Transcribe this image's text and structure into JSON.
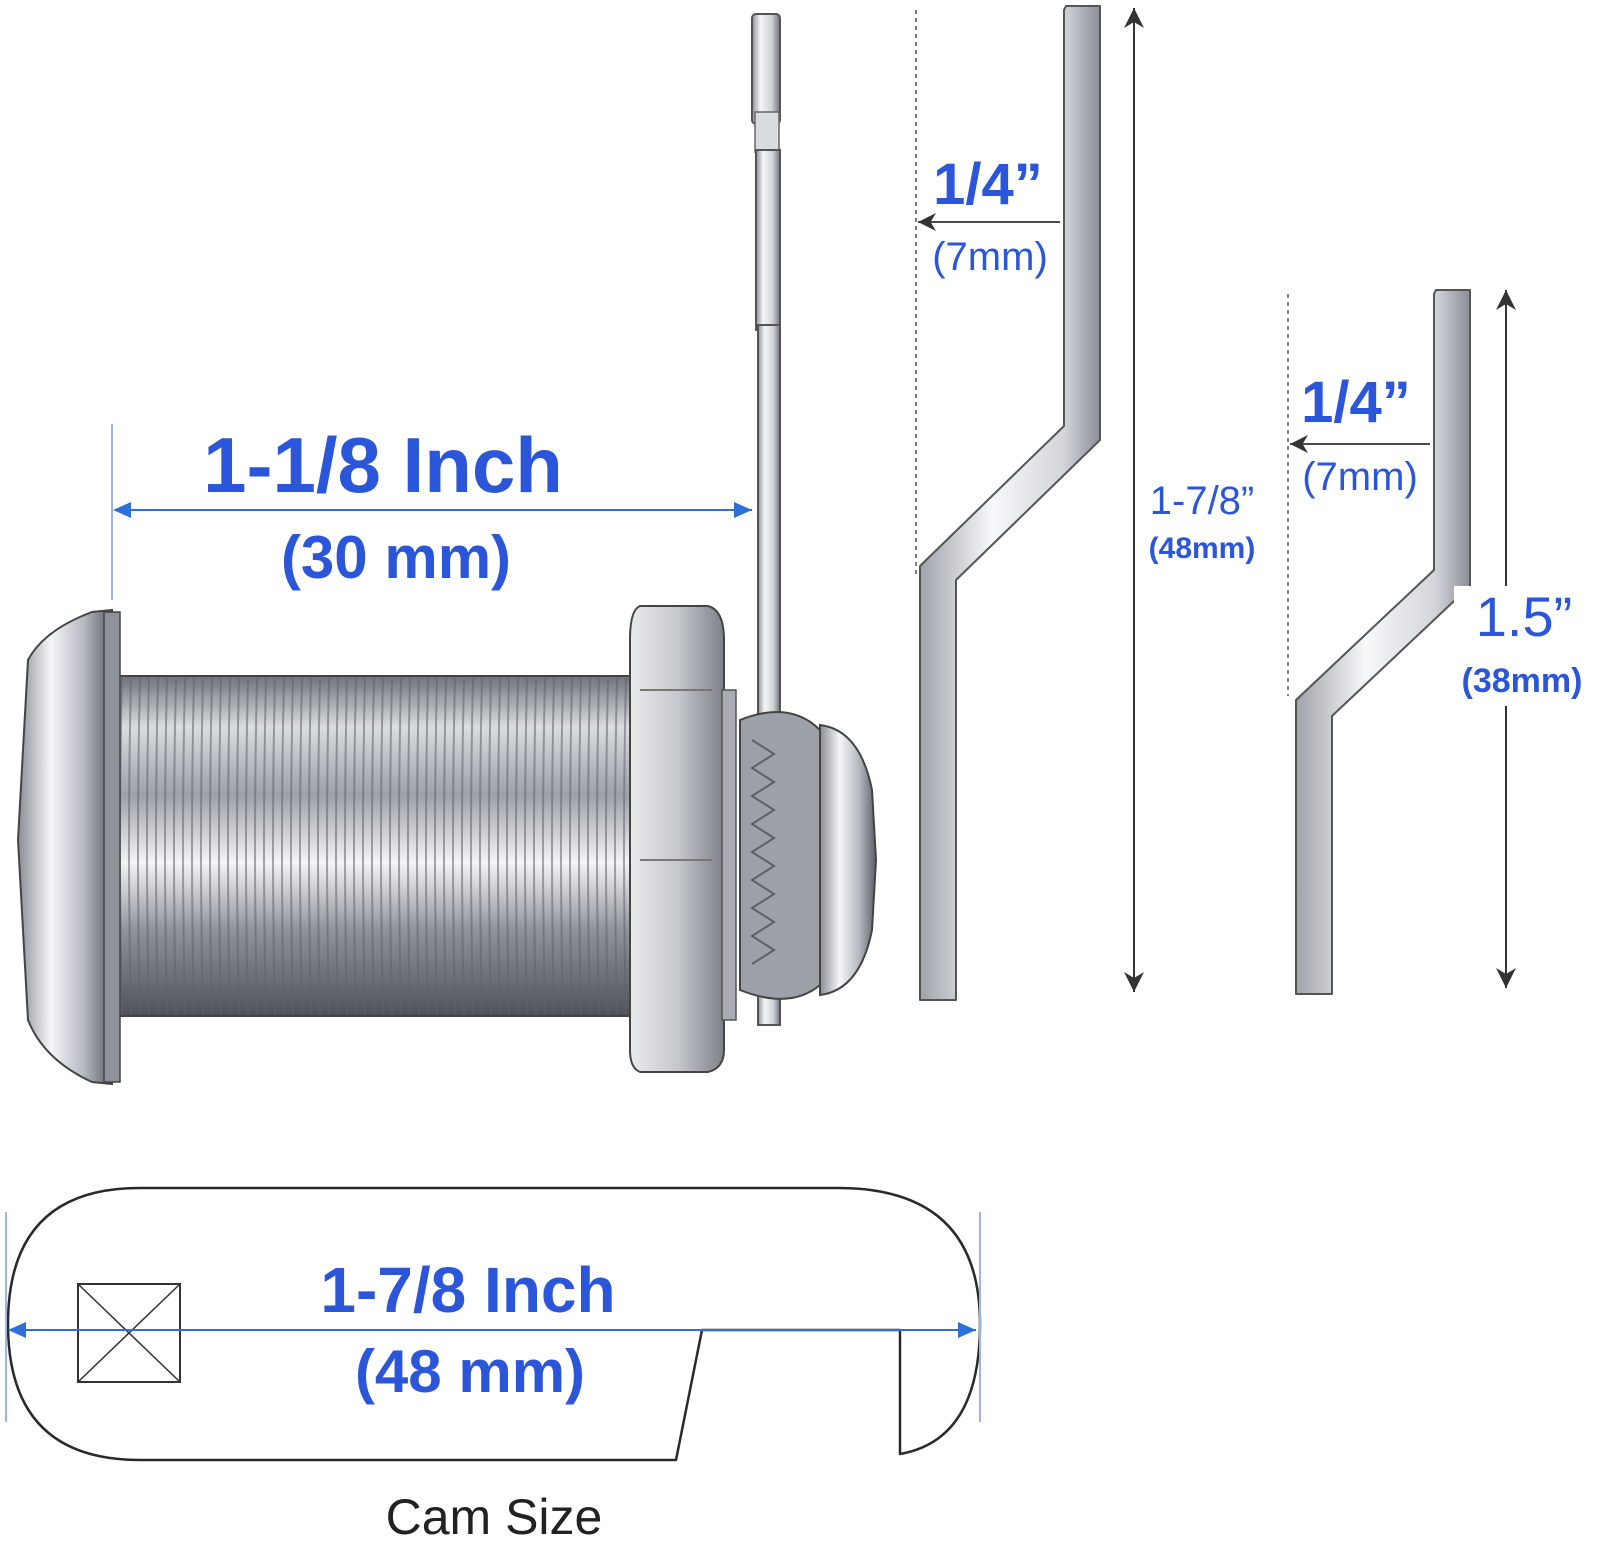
{
  "colors": {
    "dimension_text": "#2b56d9",
    "dimension_line": "#2f6fd8",
    "metal_light": "#f2f3f5",
    "metal_mid": "#b9bdc3",
    "metal_dark": "#6d7178",
    "outline": "#2a2a2a"
  },
  "labels": {
    "lock_length_in": "1-1/8 Inch",
    "lock_length_mm": "(30 mm)",
    "long_cam_offset_in": "1/4”",
    "long_cam_offset_mm": "(7mm)",
    "long_cam_height_in": "1-7/8”",
    "long_cam_height_mm": "(48mm)",
    "short_cam_offset_in": "1/4”",
    "short_cam_offset_mm": "(7mm)",
    "short_cam_height_in": "1.5”",
    "short_cam_height_mm": "(38mm)",
    "cam_width_in": "1-7/8 Inch",
    "cam_width_mm": "(48 mm)",
    "cam_caption": "Cam Size"
  }
}
